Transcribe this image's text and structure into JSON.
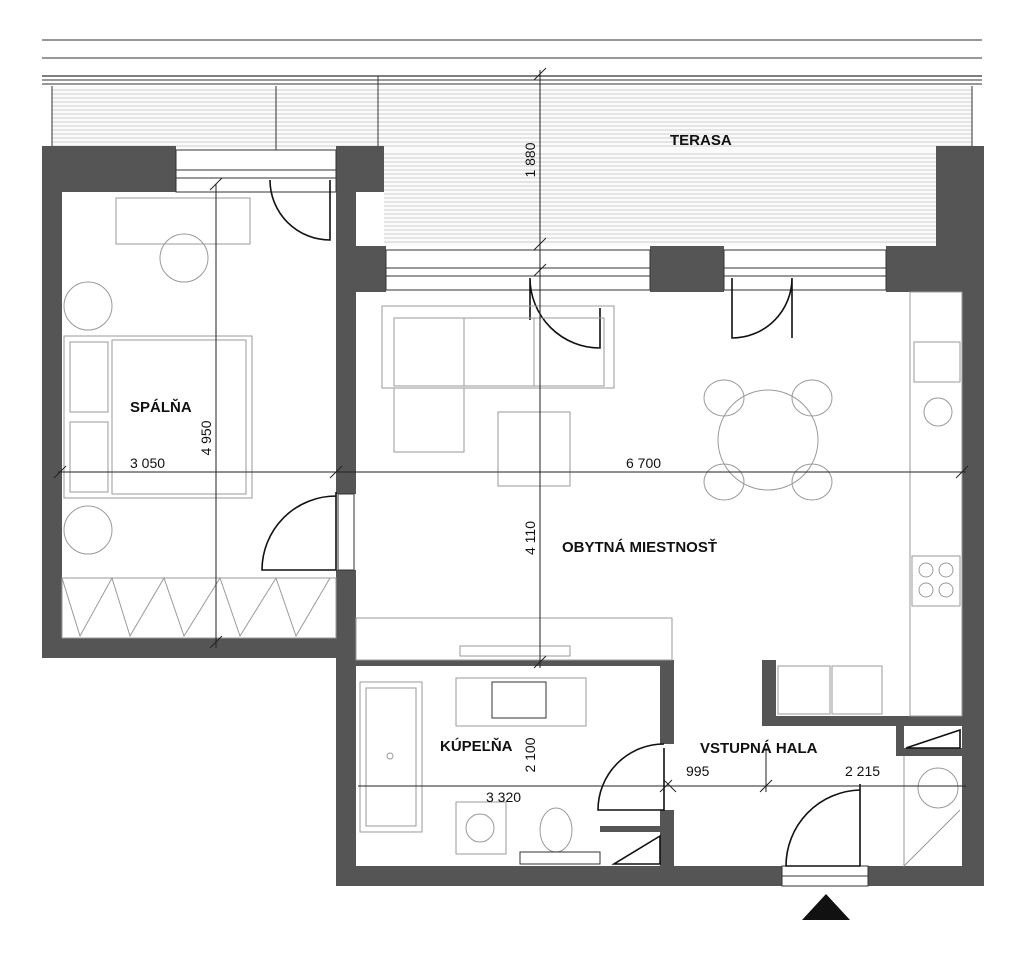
{
  "rooms": {
    "terrace": "TERASA",
    "bedroom": "SPÁLŇA",
    "living": "OBYTNÁ MIESTNOSŤ",
    "bathroom": "KÚPEĽŇA",
    "hall": "VSTUPNÁ HALA"
  },
  "dimensions": {
    "terrace_depth": "1 880",
    "bedroom_width": "3 050",
    "bedroom_length": "4 950",
    "living_width": "6 700",
    "living_depth": "4 110",
    "bathroom_depth": "2 100",
    "bathroom_width": "3 320",
    "hall_left": "995",
    "hall_right": "2 215"
  }
}
